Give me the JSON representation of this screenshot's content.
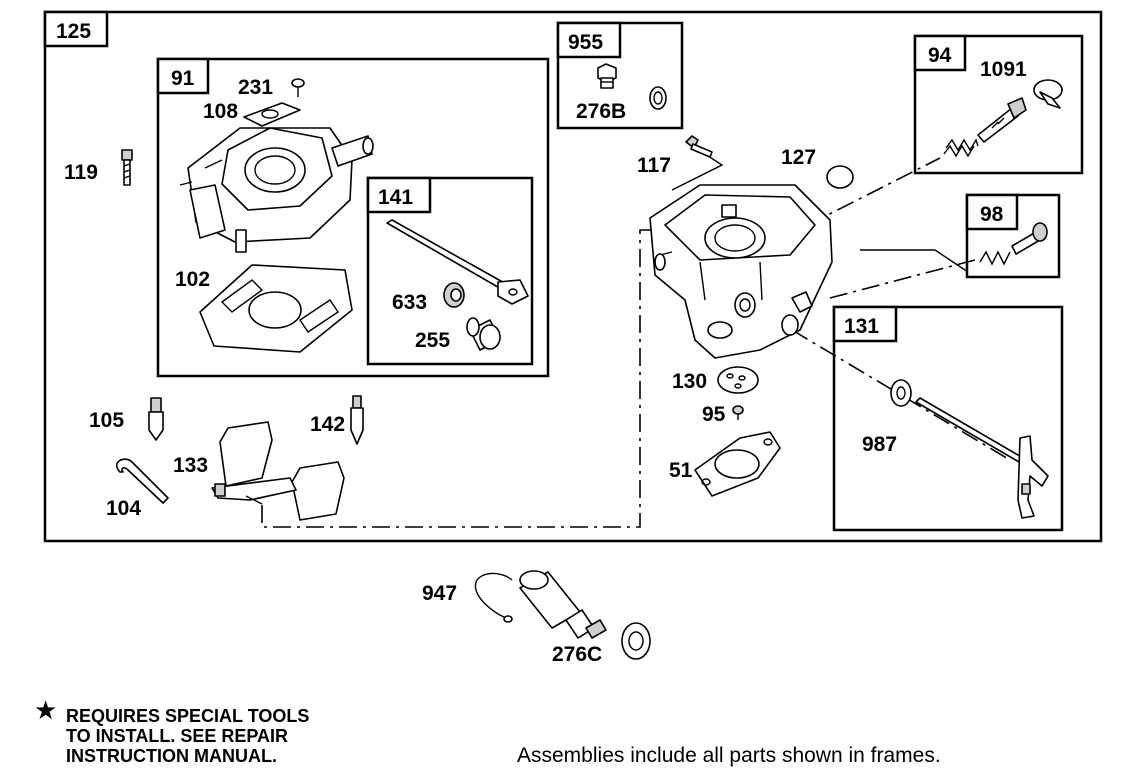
{
  "frames": {
    "main": "125",
    "carb_top": "91",
    "throttle_shaft": "141",
    "plug_kit": "955",
    "idle_mixture": "94",
    "idle_speed": "98",
    "choke_shaft": "131"
  },
  "parts": {
    "p231": "231",
    "p108": "108",
    "p119": "119",
    "p102": "102",
    "p633": "633",
    "p255": "255",
    "p276b": "276B",
    "p117": "117",
    "p127": "127",
    "p1091": "1091",
    "p105": "105",
    "p142": "142",
    "p133": "133",
    "p104": "104",
    "p130": "130",
    "p95": "95",
    "p51": "51",
    "p987": "987",
    "p947": "947",
    "p276c": "276C"
  },
  "notes": {
    "special_tools_symbol": "★",
    "special_tools_lines": [
      "REQUIRES SPECIAL TOOLS",
      "TO INSTALL.  SEE REPAIR",
      "INSTRUCTION MANUAL."
    ],
    "assemblies_caption": "Assemblies include all parts shown in frames."
  }
}
